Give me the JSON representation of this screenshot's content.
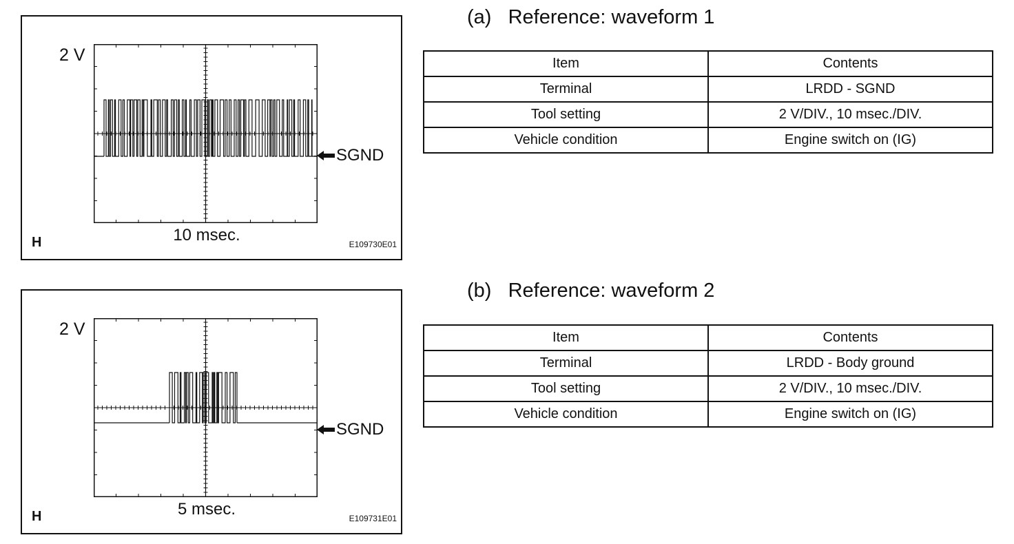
{
  "waveform_a": {
    "volt_label": "2 V",
    "time_label": "10 msec.",
    "sgnd_label": "SGND",
    "corner_label": "H",
    "figure_code": "E109730E01"
  },
  "waveform_b": {
    "volt_label": "2 V",
    "time_label": "5 msec.",
    "sgnd_label": "SGND",
    "corner_label": "H",
    "figure_code": "E109731E01"
  },
  "section_a": {
    "heading": "(a)   Reference: waveform 1",
    "headers": [
      "Item",
      "Contents"
    ],
    "rows": [
      [
        "Terminal",
        "LRDD - SGND"
      ],
      [
        "Tool setting",
        "2 V/DIV., 10 msec./DIV."
      ],
      [
        "Vehicle condition",
        "Engine switch on (IG)"
      ]
    ]
  },
  "section_b": {
    "heading": "(b)   Reference: waveform 2",
    "headers": [
      "Item",
      "Contents"
    ],
    "rows": [
      [
        "Terminal",
        "LRDD - Body ground"
      ],
      [
        "Tool setting",
        "2 V/DIV., 10 msec./DIV."
      ],
      [
        "Vehicle condition",
        "Engine switch on (IG)"
      ]
    ]
  }
}
